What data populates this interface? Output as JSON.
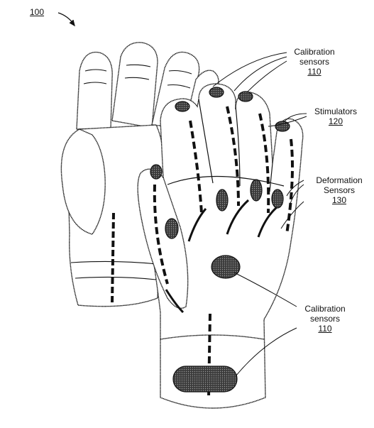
{
  "figure_number": "100",
  "labels": {
    "calibration_top": {
      "line1": "Calibration",
      "line2": "sensors",
      "ref": "110"
    },
    "stimulators": {
      "line1": "Stimulators",
      "ref": "120"
    },
    "deformation": {
      "line1": "Deformation",
      "line2": "Sensors",
      "ref": "130"
    },
    "calibration_bottom": {
      "line1": "Calibration",
      "line2": "sensors",
      "ref": "110"
    }
  },
  "colors": {
    "ink": "#111111",
    "sensor_fill": "#444444",
    "paper": "#ffffff"
  }
}
